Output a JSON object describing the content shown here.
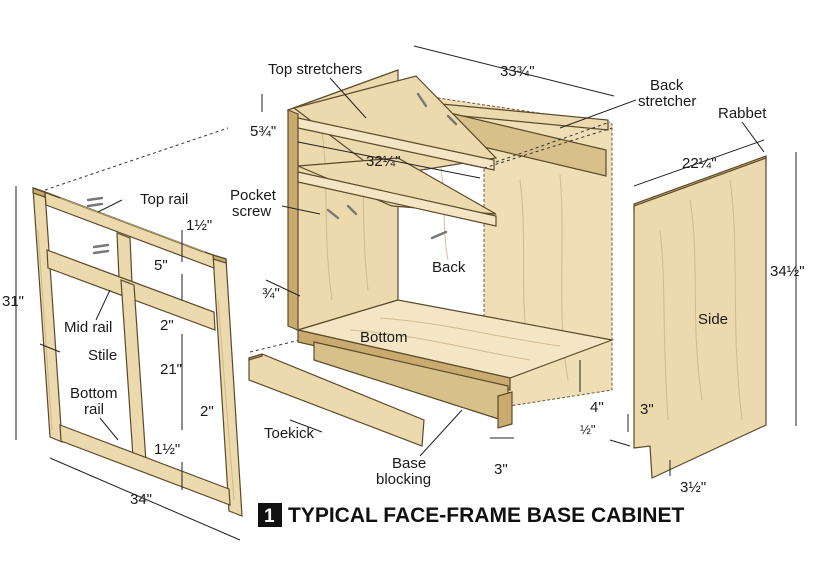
{
  "figure": {
    "number": "1",
    "title": "TYPICAL FACE-FRAME BASE CABINET"
  },
  "labels": {
    "top_stretchers": "Top stretchers",
    "back_stretcher_line1": "Back",
    "back_stretcher_line2": "stretcher",
    "rabbet": "Rabbet",
    "pocket_screw_line1": "Pocket",
    "pocket_screw_line2": "screw",
    "top_rail": "Top rail",
    "mid_rail": "Mid rail",
    "stile": "Stile",
    "bottom_rail_line1": "Bottom",
    "bottom_rail_line2": "rail",
    "back": "Back",
    "bottom": "Bottom",
    "side": "Side",
    "toekick": "Toekick",
    "base_blocking_line1": "Base",
    "base_blocking_line2": "blocking"
  },
  "dimensions": {
    "cabinet_width": "33¾\"",
    "stretcher_width": "5¾\"",
    "stretcher_length": "32¼\"",
    "side_depth": "22¼\"",
    "side_height": "34½\"",
    "frame_height": "31\"",
    "frame_width": "34\"",
    "top_rail_width": "1½\"",
    "upper_opening": "5\"",
    "mid_rail_width": "2\"",
    "lower_opening": "21\"",
    "stile_width": "2\"",
    "bottom_rail_width": "1½\"",
    "panel_thickness": "¾\"",
    "toekick_height": "4\"",
    "toekick_setback": "3\"",
    "blocking_width": "3\"",
    "rabbet_depth": "½\"",
    "side_notch": "3½\""
  }
}
